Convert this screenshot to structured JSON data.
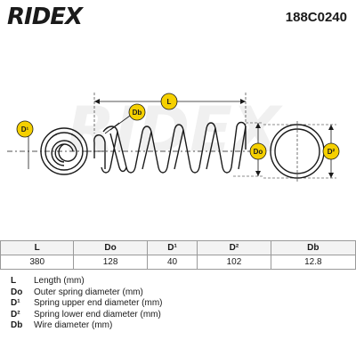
{
  "header": {
    "brand": "RIDEX",
    "part_number": "188C0240"
  },
  "diagram": {
    "labels": {
      "L": "L",
      "Db": "Db",
      "D1": "D¹",
      "Do": "Do",
      "D2": "D²"
    },
    "accent_color": "#f5d000",
    "watermark": "RIDEX"
  },
  "table": {
    "headers": [
      "L",
      "Do",
      "D¹",
      "D²",
      "Db"
    ],
    "values": [
      "380",
      "128",
      "40",
      "102",
      "12.8"
    ]
  },
  "legend": [
    {
      "key": "L",
      "text": "Length (mm)"
    },
    {
      "key": "Do",
      "text": "Outer spring diameter (mm)"
    },
    {
      "key": "D¹",
      "text": "Spring upper end diameter (mm)"
    },
    {
      "key": "D²",
      "text": "Spring lower end diameter (mm)"
    },
    {
      "key": "Db",
      "text": "Wire diameter (mm)"
    }
  ]
}
